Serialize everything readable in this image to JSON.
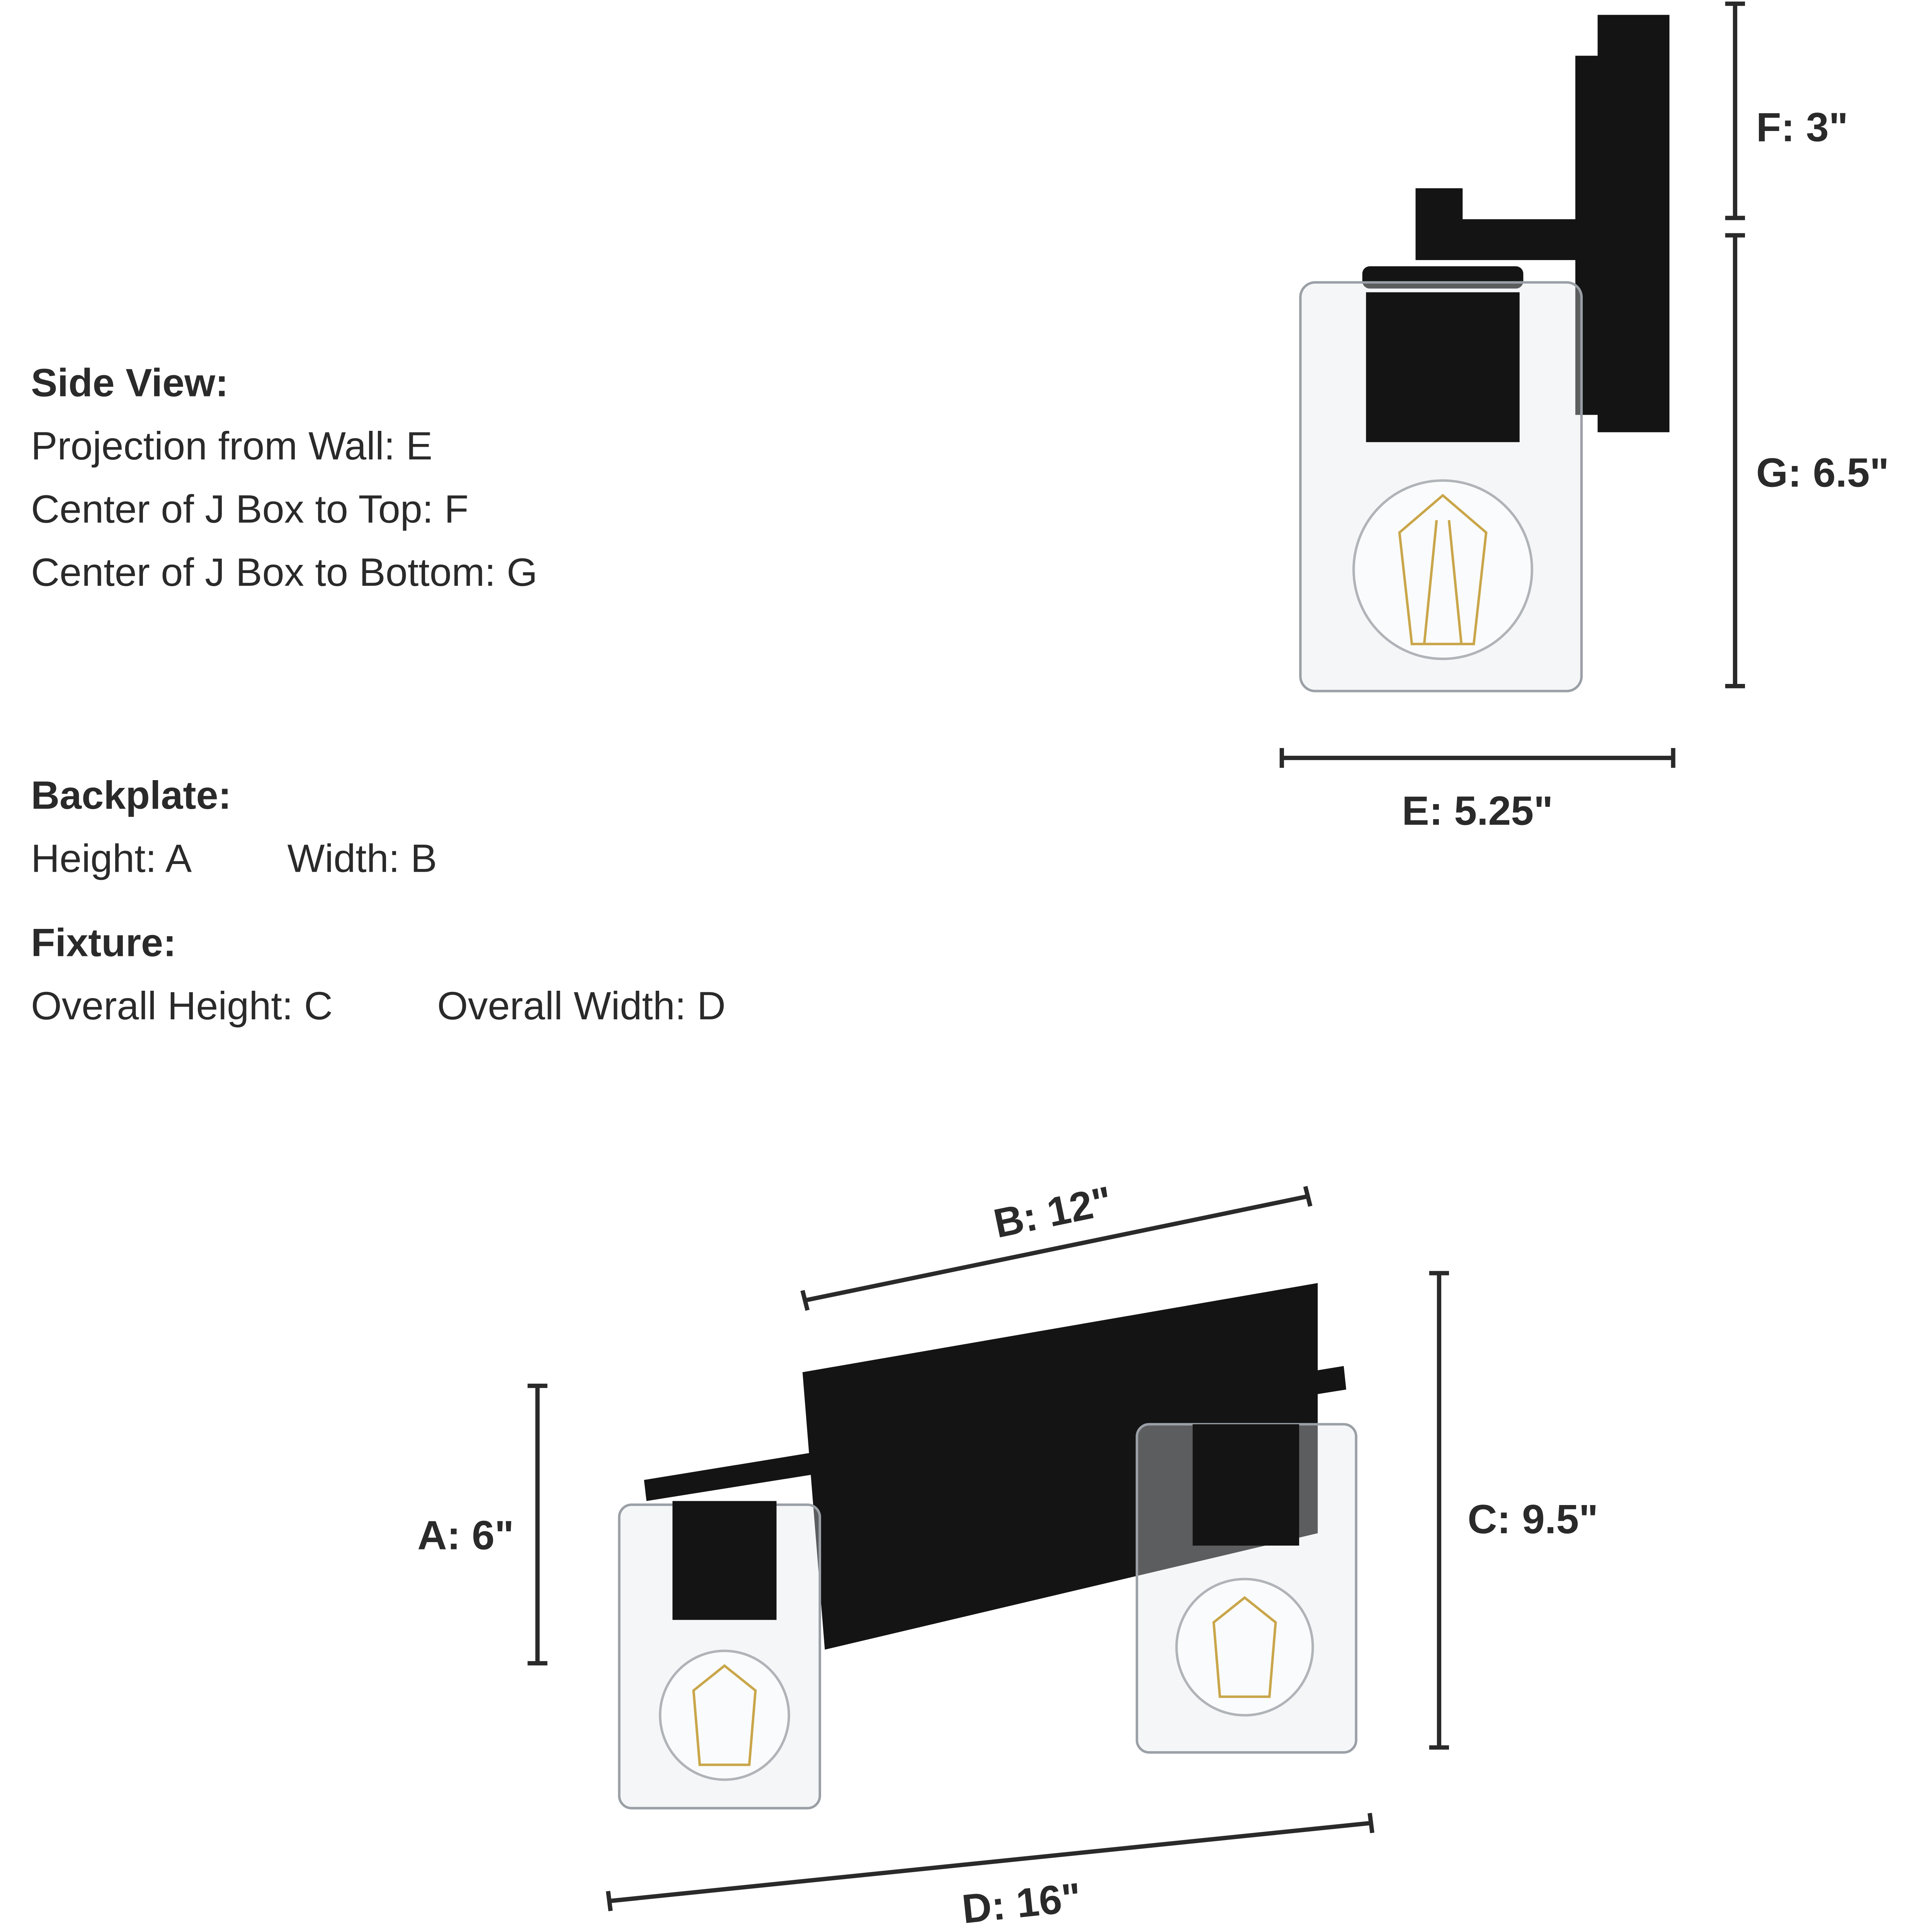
{
  "legend": {
    "side_view_heading": "Side View:",
    "side_view_lines": [
      "Projection from Wall: E",
      "Center of J Box to Top: F",
      "Center of J Box to Bottom: G"
    ],
    "backplate_heading": "Backplate:",
    "backplate_height": "Height: A",
    "backplate_width": "Width: B",
    "fixture_heading": "Fixture:",
    "fixture_height": "Overall Height: C",
    "fixture_width": "Overall Width: D"
  },
  "dimensions": {
    "A": "A: 6\"",
    "B": "B: 12\"",
    "C": "C: 9.5\"",
    "D": "D: 16\"",
    "E": "E: 5.25\"",
    "F": "F: 3\"",
    "G": "G: 6.5\""
  },
  "colors": {
    "fixture": "#141414",
    "text": "#2a2a2a",
    "filament": "#c9a64a"
  }
}
